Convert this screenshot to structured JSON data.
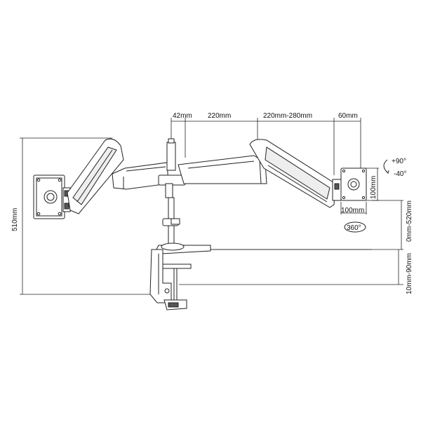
{
  "dimensions": {
    "top": {
      "d1": "42mm",
      "d2": "220mm",
      "d3": "220mm-280mm",
      "d4": "60mm"
    },
    "vesa_height": "100mm",
    "vesa_width": "100mm",
    "rotation": "360°",
    "tilt_up": "+90°",
    "tilt_down": "-40°",
    "total_height": "510mm",
    "height_adjust": "0mm-520mm",
    "desk_clamp": "10mm-90mm"
  }
}
